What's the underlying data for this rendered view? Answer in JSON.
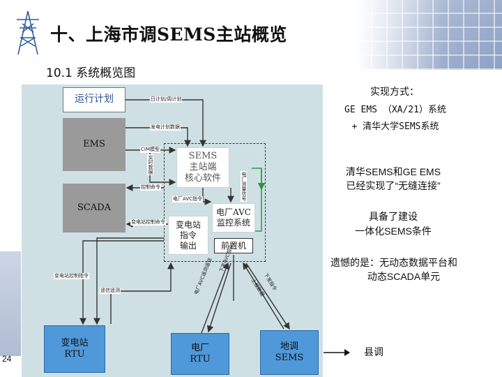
{
  "header": {
    "title": "十、上海市调SEMS主站概览",
    "subtitle": "10.1 系统概览图",
    "page_number": "24"
  },
  "diagram": {
    "boxes": {
      "plan": "运行计划",
      "ems": "EMS",
      "scada": "SCADA",
      "core": [
        "SEMS",
        "主站端",
        "核心软件"
      ],
      "substation_cmd": [
        "变电站",
        "指令",
        "输出"
      ],
      "plant_avc": [
        "电厂AVC",
        "监控系统"
      ],
      "front_end": "前置机",
      "substation_rtu": [
        "变电站",
        "RTU"
      ],
      "plant_rtu": [
        "电厂",
        "RTU"
      ],
      "region_sems": [
        "地调",
        "SEMS"
      ]
    },
    "labels": {
      "plan_to_core": "日计划/周计划",
      "ems_to_core_top": "发电计划数据",
      "ems_to_core_mid": "CIM模型",
      "ems_vertical": "实时数据",
      "core_to_scada": "控制命令",
      "dashed_to_scada": "变电站控制命令",
      "core_to_plant": "电厂AVC指令",
      "scada_cmd": "变电站控制命令",
      "core_right": "电厂测量信号",
      "substation_cmd": "变电站控制指令",
      "remote_signal": "遥信遥测",
      "plant_diag_left": "电厂AVC遥测遥信",
      "plant_diag_right": "下发AVC指令",
      "region_diag_left": "上报数据",
      "region_diag_right": "下发指令"
    }
  },
  "notes": {
    "implementation_head": "实现方式：",
    "implementation_line1": "GE EMS （XA/21）系统",
    "implementation_line2": "+ 清华大学SEMS系统",
    "seamless_line1": "清华SEMS和GE EMS",
    "seamless_line2": "已经实现了“无缝连接”",
    "ready_line1": "具备了建设",
    "ready_line2": "一体化SEMS条件",
    "regret_line1": "遗憾的是：无动态数据平台和",
    "regret_line2": "动态SCADA单元",
    "county": "县调"
  },
  "colors": {
    "panel_bg": "#cfe0e4",
    "gray_box": "#9a9a9a",
    "blue_box": "#4f98d9",
    "arrow": "#333333",
    "green_arrow": "#2a9a3a"
  }
}
